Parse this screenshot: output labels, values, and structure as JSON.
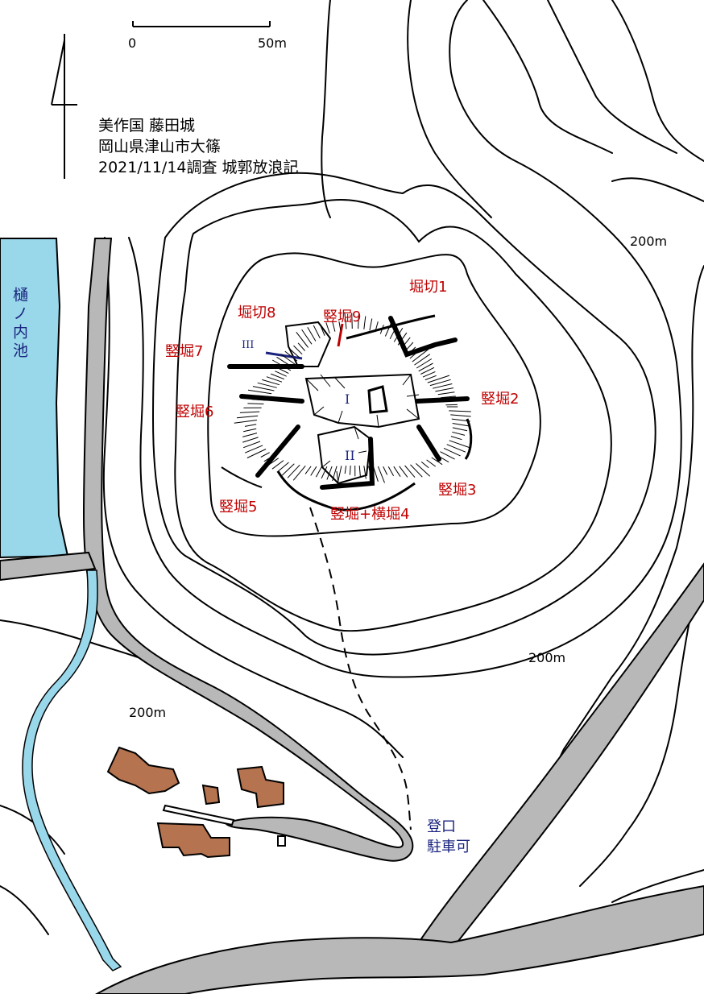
{
  "header": {
    "line1": "美作国 藤田城",
    "line2": "岡山県津山市大篠",
    "line3": "2021/11/14調査 城郭放浪記"
  },
  "scale": {
    "start": "0",
    "end": "50m"
  },
  "features": {
    "horikiri1": "堀切1",
    "horikiri8": "堀切8",
    "tatebori9": "竪堀9",
    "tatebori7": "竪堀7",
    "tatebori6": "竪堀6",
    "tatebori5": "竪堀5",
    "tatebori2": "竪堀2",
    "tatebori3": "竪堀3",
    "tatebori_yokobori4": "竪堀+横堀4"
  },
  "enclosures": {
    "kuruwa1": "I",
    "kuruwa2": "II",
    "kuruwa3": "III"
  },
  "contours": {
    "c1": "200m",
    "c2": "200m",
    "c3": "200m"
  },
  "pond": {
    "name": "樋ノ内池"
  },
  "trailhead": {
    "line1": "登口",
    "line2": "駐車可"
  },
  "colors": {
    "pond": "#99d7ea",
    "building": "#b5734f",
    "road": "#b8b8b8",
    "red_label": "#c00000",
    "blue_label": "#1a237e"
  }
}
